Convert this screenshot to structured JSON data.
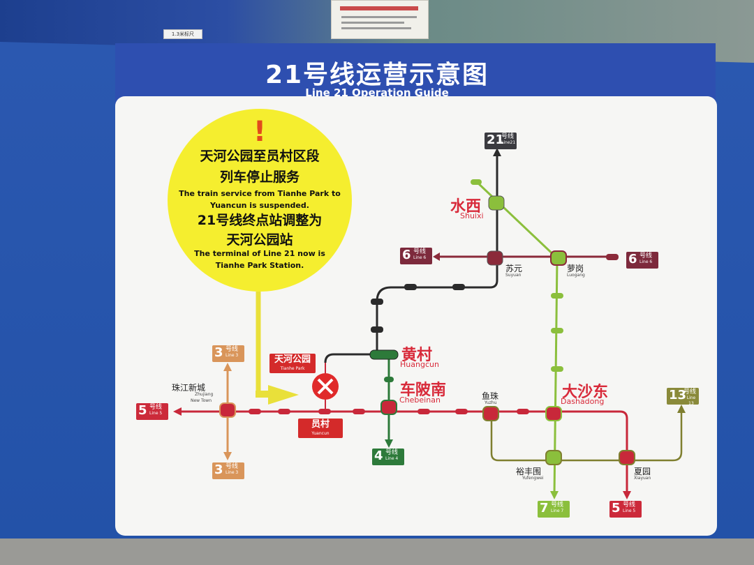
{
  "header": {
    "title_zh": "21号线运营示意图",
    "title_en": "Line 21 Operation Guide"
  },
  "notice": {
    "zh1": "天河公园至员村区段",
    "zh2": "列车停止服务",
    "en1": "The train service from Tianhe Park to",
    "en2": "Yuancun is suspended.",
    "zh3": "21号线终点站调整为",
    "zh4": "天河公园站",
    "en3": "The terminal of Line 21 now is",
    "en4": "Tianhe Park Station."
  },
  "line_badges": {
    "l21": {
      "num": "21",
      "zh": "号线",
      "en": "Line21",
      "color": "#3b3b40"
    },
    "l6w": {
      "num": "6",
      "zh": "号线",
      "en": "Line 6",
      "color": "#7d2a3c"
    },
    "l6e": {
      "num": "6",
      "zh": "号线",
      "en": "Line 6",
      "color": "#7d2a3c"
    },
    "l3n": {
      "num": "3",
      "zh": "号线",
      "en": "Line 3",
      "color": "#d9955a"
    },
    "l3s": {
      "num": "3",
      "zh": "号线",
      "en": "Line 3",
      "color": "#d9955a"
    },
    "l5w": {
      "num": "5",
      "zh": "号线",
      "en": "Line 5",
      "color": "#cc2a3a"
    },
    "l5s": {
      "num": "5",
      "zh": "号线",
      "en": "Line 5",
      "color": "#cc2a3a"
    },
    "l4": {
      "num": "4",
      "zh": "号线",
      "en": "Line 4",
      "color": "#2d7a3a"
    },
    "l7": {
      "num": "7",
      "zh": "号线",
      "en": "Line 7",
      "color": "#8bbf3c"
    },
    "l13": {
      "num": "13",
      "zh": "号线",
      "en": "Line 13",
      "color": "#8a8a3a"
    }
  },
  "stations": {
    "shuixi": {
      "zh": "水西",
      "en": "Shuixi"
    },
    "suyuan": {
      "zh": "苏元",
      "en": "Suyuan"
    },
    "luogang": {
      "zh": "萝岗",
      "en": "Luogang"
    },
    "huangcun": {
      "zh": "黄村",
      "en": "Huangcun"
    },
    "chebeinan": {
      "zh": "车陂南",
      "en": "Chebeinan"
    },
    "yuzhu": {
      "zh": "鱼珠",
      "en": "Yuzhu"
    },
    "dashadong": {
      "zh": "大沙东",
      "en": "Dashadong"
    },
    "yufengwei": {
      "zh": "裕丰围",
      "en": "Yufengwei"
    },
    "xiayuan": {
      "zh": "夏园",
      "en": "Xiayuan"
    },
    "zhujiang": {
      "zh": "珠江新城",
      "en1": "Zhujiang",
      "en2": "New Town"
    },
    "tianhepark": {
      "zh": "天河公园",
      "en": "Tianhe Park"
    },
    "yuancun": {
      "zh": "员村",
      "en": "Yuancun"
    }
  },
  "background": {
    "tag": "1.3米标尺"
  },
  "colors": {
    "line21": "#2b2b2b",
    "line6": "#8b2a3a",
    "line5": "#c8283a",
    "line3": "#d9955a",
    "line4": "#2d7a3a",
    "line7": "#8bbf3c",
    "line13": "#7f7f2f",
    "notice": "#f5ee2f",
    "alert": "#e02a2a"
  }
}
